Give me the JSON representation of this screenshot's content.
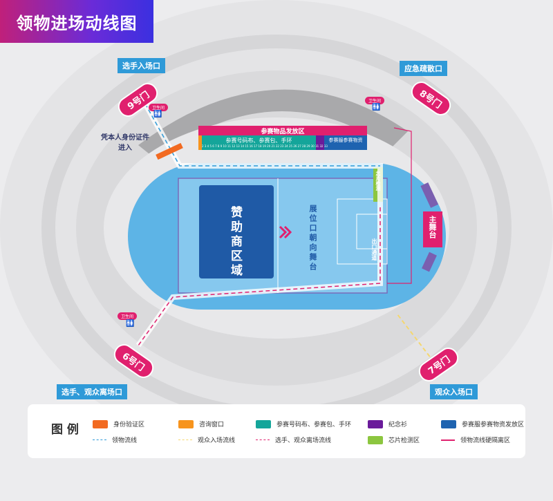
{
  "title": "领物进场动线图",
  "labels": {
    "athlete_entrance": "选手入场口",
    "emergency_exit": "应急疏散口",
    "exit": "选手、观众离场口",
    "audience_entrance": "观众入场口",
    "id_entry": "凭本人身份证件进入",
    "pickup_zone": "参赛物品发放区",
    "bib_area": "参赛号码布、参赛包、手环",
    "jersey_area": "参赛服参赛物资",
    "sponsor": "赞助商区域",
    "booth_note": "展位口朝向舞台",
    "chip": "芯片检测",
    "exit_lane": "出口通道",
    "main_stage": "主舞台",
    "restroom": "卫生间"
  },
  "gates": {
    "g9": "9号门",
    "g8": "8号门",
    "g7": "7号门",
    "g6": "6号门"
  },
  "booth_numbers": "2 3 4 5 6 7 8 9 10 11 12 13 14 15 16 17 18 19 20 21 22 23 24 25 26 27 28 29 30 31 32 33",
  "legend": {
    "title": "图 例",
    "items": [
      {
        "label": "身份验证区",
        "color": "#f26a21",
        "kind": "swatch"
      },
      {
        "label": "咨询窗口",
        "color": "#f7941d",
        "kind": "swatch"
      },
      {
        "label": "参赛号码布、参赛包、手环",
        "color": "#14a59a",
        "kind": "swatch"
      },
      {
        "label": "纪念衫",
        "color": "#6a1b9a",
        "kind": "swatch"
      },
      {
        "label": "参赛服参赛物资发放区",
        "color": "#1e63b0",
        "kind": "swatch"
      },
      {
        "label": "领物流线",
        "color": "#2f9ad8",
        "kind": "dash"
      },
      {
        "label": "观众入场流线",
        "color": "#f5d76e",
        "kind": "dash"
      },
      {
        "label": "选手、观众离场流线",
        "color": "#e0206e",
        "kind": "dash"
      },
      {
        "label": "芯片检测区",
        "color": "#8cc63f",
        "kind": "swatch"
      },
      {
        "label": "领物流线硬隔离区",
        "color": "#e0206e",
        "kind": "line"
      }
    ]
  }
}
